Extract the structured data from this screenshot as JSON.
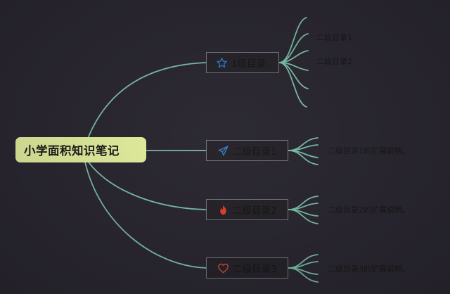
{
  "root": {
    "label": "小学面积知识笔记"
  },
  "branches": [
    {
      "label": "1级目录",
      "icon": "star-outline-icon",
      "icon_color": "#2f74c4",
      "children": [
        "二级目录1",
        "二级目录2"
      ]
    },
    {
      "label": "二级目录1",
      "icon": "paper-plane-icon",
      "icon_color": "#3a7fc8",
      "note": "二级目录1的扩展说明。"
    },
    {
      "label": "二级目录2",
      "icon": "flame-icon",
      "icon_color": "#e8402a",
      "note": "二级目录2的扩展说明。"
    },
    {
      "label": "二级目录3",
      "icon": "heart-outline-icon",
      "icon_color": "#d9473a",
      "note": "二级目录3的扩展说明。"
    }
  ],
  "colors": {
    "background": "#2a2731",
    "connector": "#7cc0aa",
    "root_fill": "#e8f3a0",
    "branch_border": "#73787c",
    "text": "#151515"
  }
}
